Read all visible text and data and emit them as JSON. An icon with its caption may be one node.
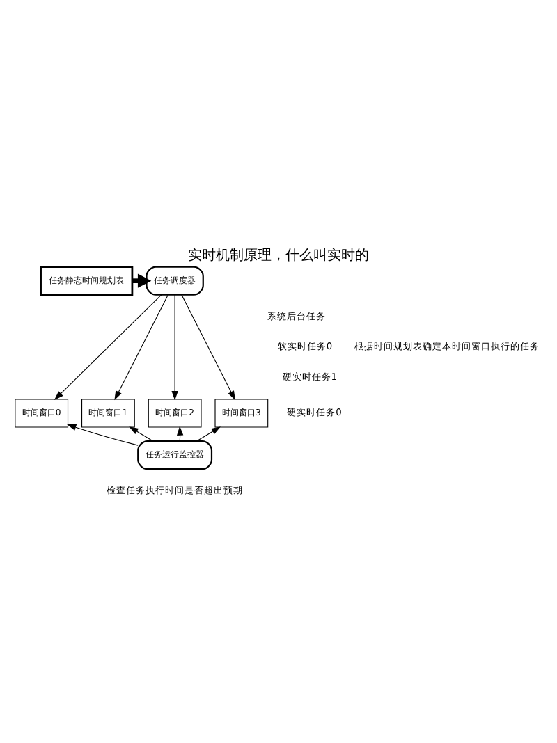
{
  "diagram": {
    "title": "实时机制原理，什么叫实时的",
    "nodes": [
      {
        "text": [
          "任务静态时间规划表"
        ]
      },
      {
        "text": [
          "任务调度器"
        ]
      },
      {
        "text": [
          "时间窗口0"
        ]
      },
      {
        "text": [
          "时间窗口1"
        ]
      },
      {
        "text": [
          "时间窗口2"
        ]
      },
      {
        "text": [
          "时间窗口3"
        ]
      },
      {
        "text": [
          "任务运行监控器"
        ]
      }
    ],
    "edges": [
      {
        "from": 0,
        "to": 1,
        "arrow": "to",
        "style": "thick"
      },
      {
        "from": 1,
        "to": 2,
        "arrow": "to"
      },
      {
        "from": 1,
        "to": 3,
        "arrow": "to"
      },
      {
        "from": 1,
        "to": 4,
        "arrow": "to"
      },
      {
        "from": 1,
        "to": 5,
        "arrow": "to"
      },
      {
        "from": 6,
        "to": 2,
        "arrow": "to"
      },
      {
        "from": 6,
        "to": 3,
        "arrow": "to"
      },
      {
        "from": 6,
        "to": 4,
        "arrow": "to"
      },
      {
        "from": 6,
        "to": 5,
        "arrow": "to"
      }
    ],
    "labels": [
      "根据时间规划表确定本时间窗口执行的任务",
      "系统后台任务",
      "软实时任务0",
      "硬实时任务1",
      "硬实时任务0",
      "检查任务执行时间是否超出预期"
    ]
  }
}
